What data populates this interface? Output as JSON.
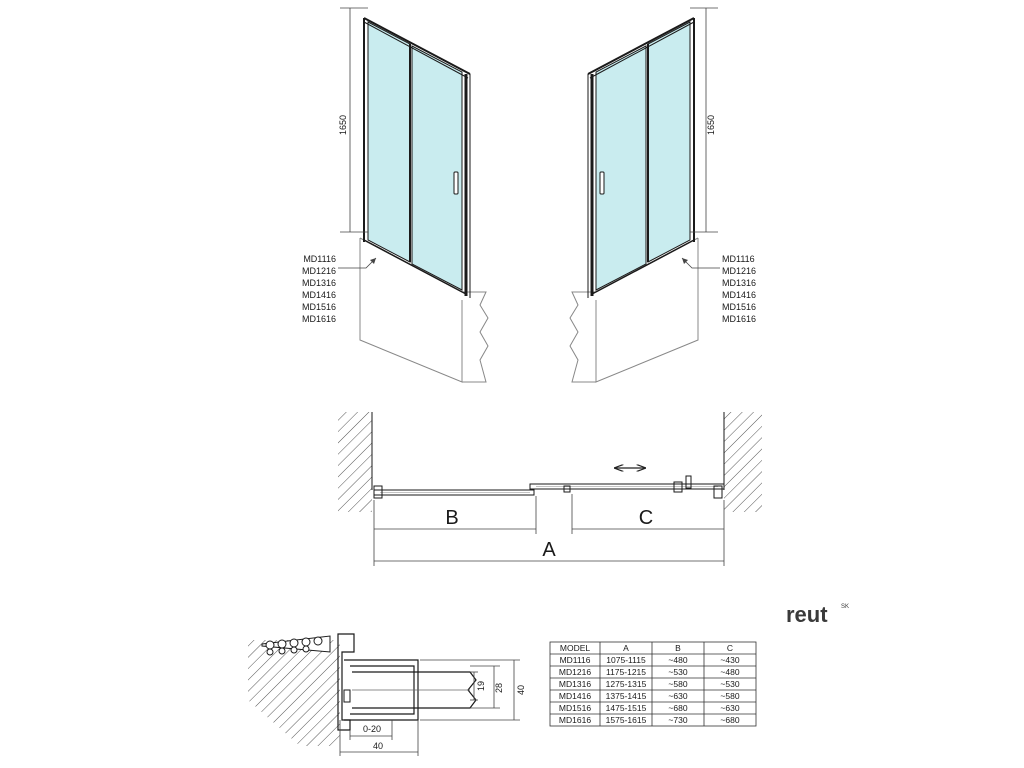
{
  "elevation": {
    "height_label": "1650",
    "models": [
      "MD1116",
      "MD1216",
      "MD1316",
      "MD1416",
      "MD1516",
      "MD1616"
    ]
  },
  "plan": {
    "label_a": "A",
    "label_b": "B",
    "label_c": "C"
  },
  "profile": {
    "dim_40_vertical": "40",
    "dim_28": "28",
    "dim_19": "19",
    "dim_0_20": "0-20",
    "dim_40_horizontal": "40"
  },
  "table": {
    "headers": [
      "MODEL",
      "A",
      "B",
      "C"
    ],
    "rows": [
      [
        "MD1116",
        "1075-1115",
        "~480",
        "~430"
      ],
      [
        "MD1216",
        "1175-1215",
        "~530",
        "~480"
      ],
      [
        "MD1316",
        "1275-1315",
        "~580",
        "~530"
      ],
      [
        "MD1416",
        "1375-1415",
        "~630",
        "~580"
      ],
      [
        "MD1516",
        "1475-1515",
        "~680",
        "~630"
      ],
      [
        "MD1616",
        "1575-1615",
        "~730",
        "~680"
      ]
    ]
  },
  "logo": {
    "name": "reut",
    "suffix": "SK"
  },
  "colors": {
    "glass": "#c9ecef",
    "frame": "#1a1a1a",
    "line": "#444444"
  }
}
